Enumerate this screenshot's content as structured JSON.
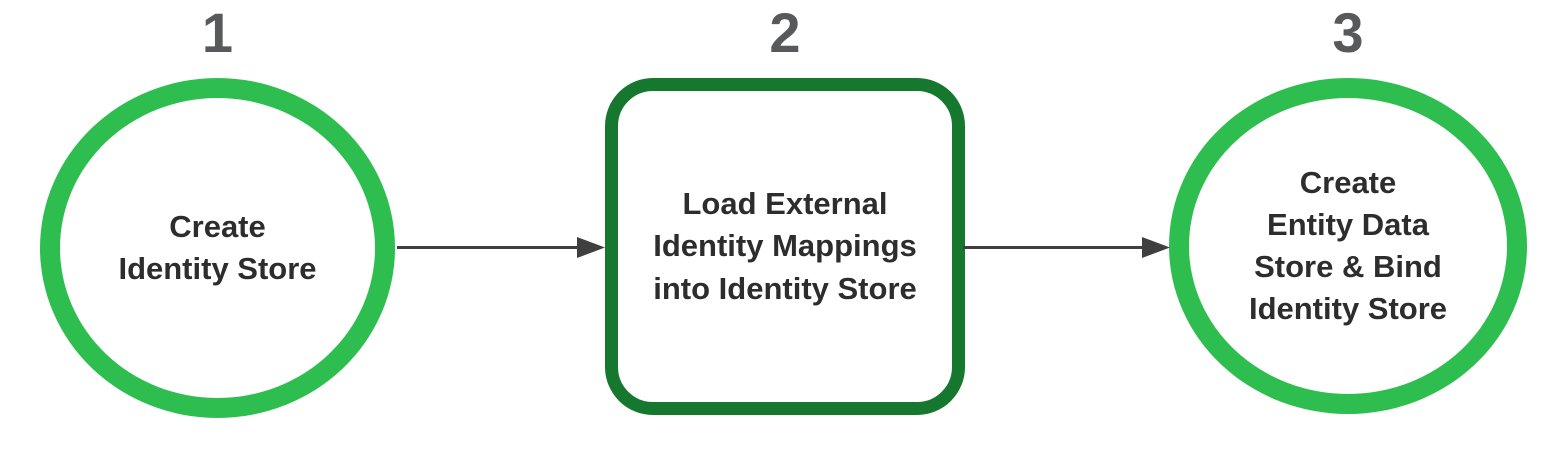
{
  "diagram": {
    "steps": [
      {
        "number": "1",
        "shape": "circle",
        "label": "Create\nIdentity Store"
      },
      {
        "number": "2",
        "shape": "rounded-square",
        "label": "Load External\nIdentity Mappings\ninto Identity Store"
      },
      {
        "number": "3",
        "shape": "circle",
        "label": "Create\nEntity Data\nStore & Bind\nIdentity Store"
      }
    ],
    "connectors": [
      {
        "from": "1",
        "to": "2",
        "type": "arrow-right"
      },
      {
        "from": "2",
        "to": "3",
        "type": "arrow-right"
      }
    ]
  },
  "colors": {
    "bright-green": "#2EBE4F",
    "dark-green": "#15782E",
    "number-gray": "#58595B",
    "text-dark": "#2D2D2D",
    "arrow": "#3F3F3F",
    "background": "#FFFFFF"
  }
}
